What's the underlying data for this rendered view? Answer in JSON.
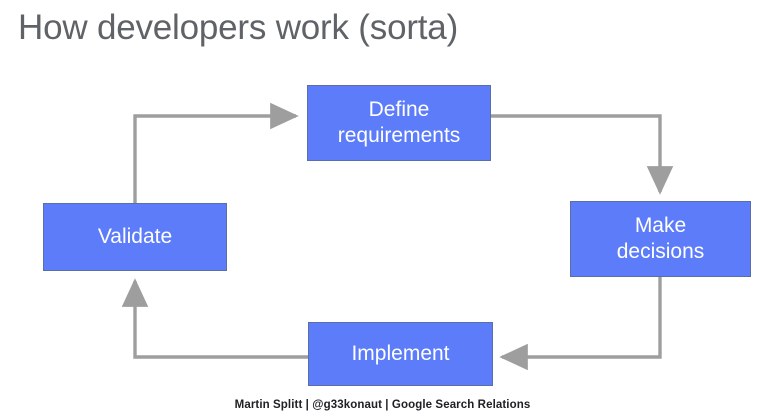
{
  "slide": {
    "title": "How developers work (sorta)",
    "footer": "Martin Splitt | @g33konaut | Google Search Relations",
    "background_color": "#ffffff",
    "title_color": "#5f6368",
    "footer_color": "#202124"
  },
  "diagram": {
    "type": "cycle-flowchart",
    "node_fill_color": "#5c7cfa",
    "node_border_color": "#5a6fa8",
    "node_text_color": "#ffffff",
    "connector_color": "#9e9e9e",
    "nodes": [
      {
        "id": "define",
        "label": "Define\nrequirements"
      },
      {
        "id": "make",
        "label": "Make\ndecisions"
      },
      {
        "id": "implement",
        "label": "Implement"
      },
      {
        "id": "validate",
        "label": "Validate"
      }
    ],
    "edges": [
      {
        "from": "validate",
        "to": "define"
      },
      {
        "from": "define",
        "to": "make"
      },
      {
        "from": "make",
        "to": "implement"
      },
      {
        "from": "implement",
        "to": "validate"
      }
    ]
  }
}
